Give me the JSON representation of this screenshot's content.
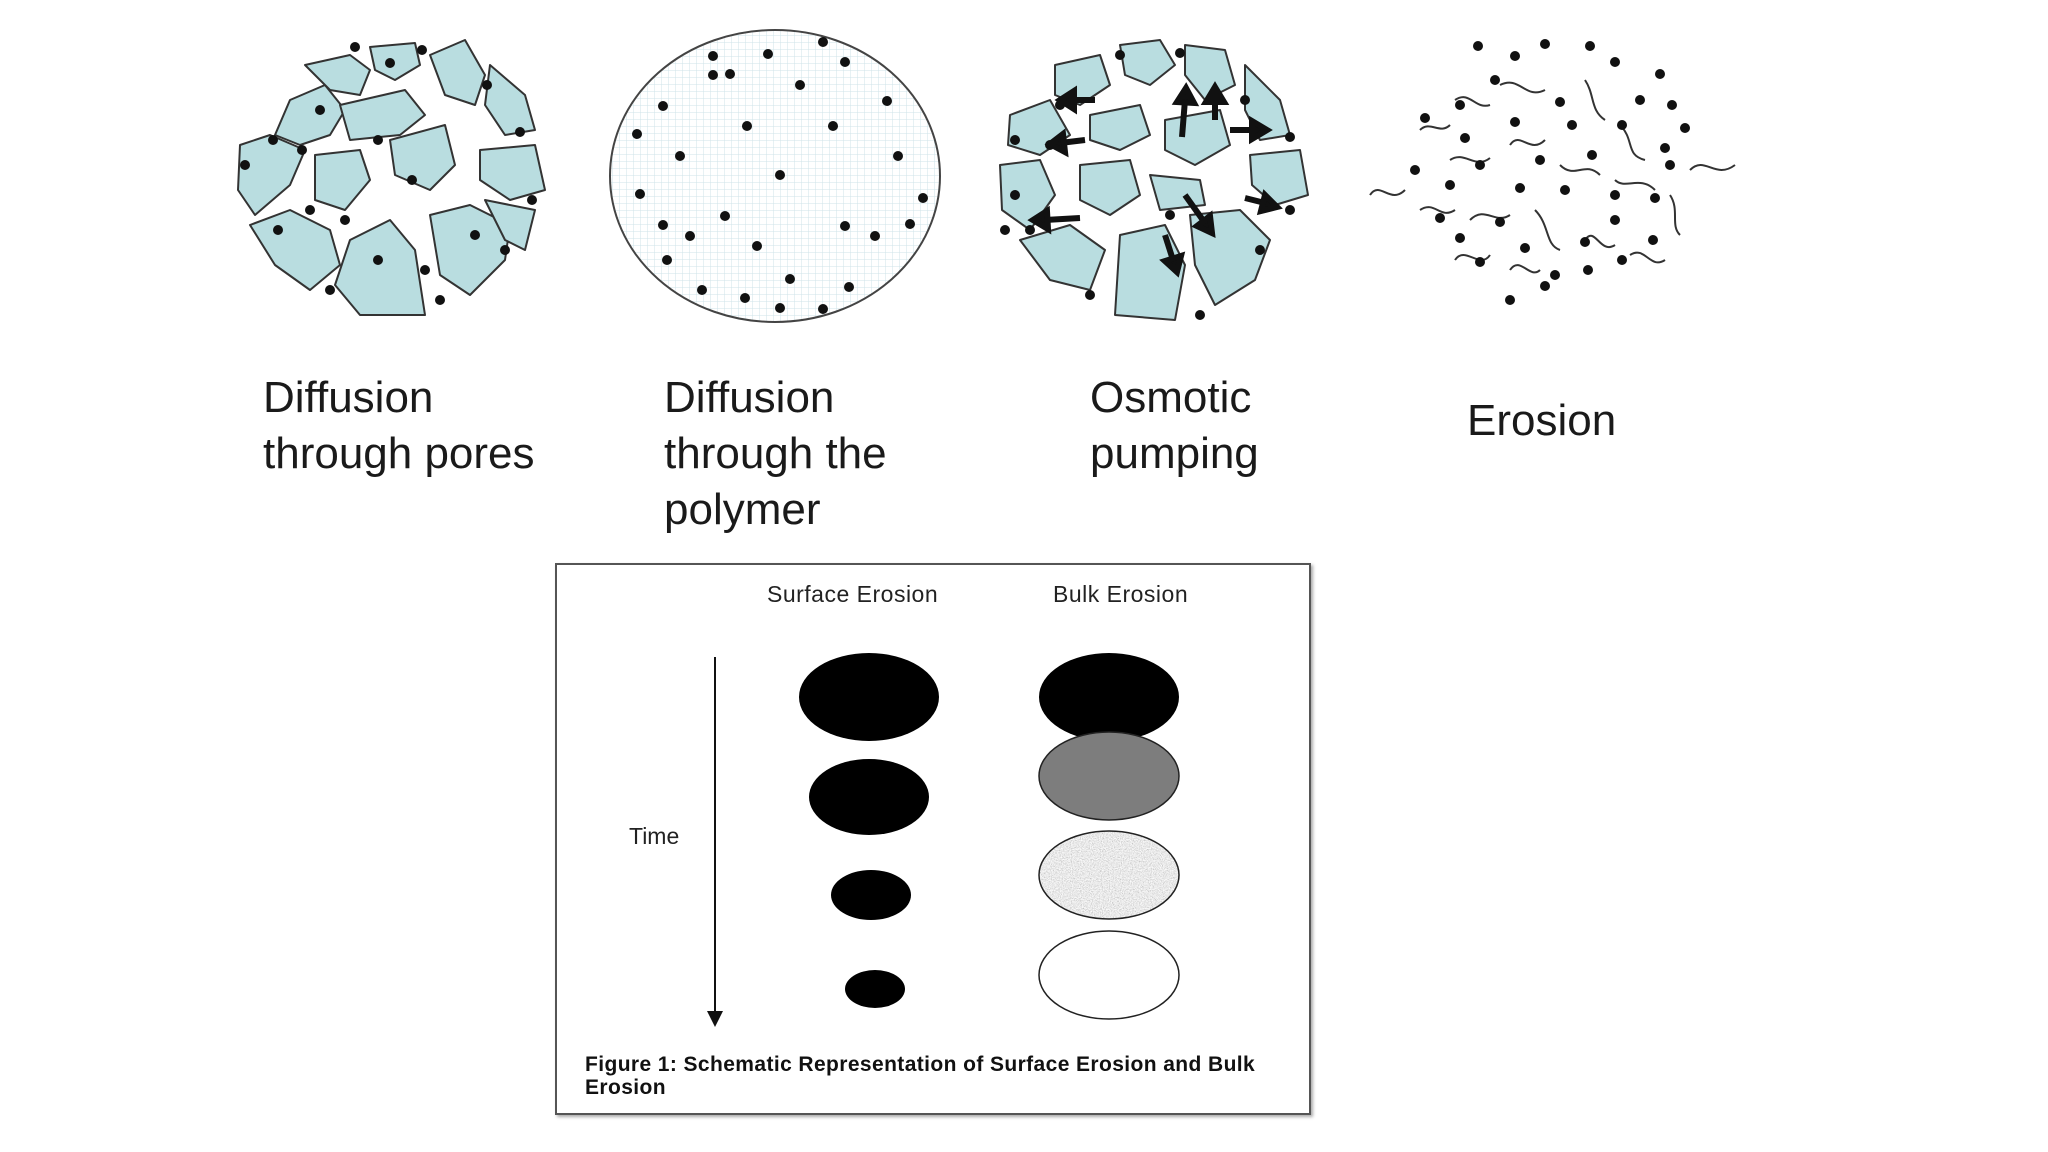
{
  "mechanisms": [
    {
      "name": "pores",
      "label": "Diffusion\nthrough pores"
    },
    {
      "name": "polymer",
      "label": "Diffusion\nthrough the\npolymer"
    },
    {
      "name": "osmotic",
      "label": "Osmotic\npumping"
    },
    {
      "name": "erosion",
      "label": "Erosion"
    }
  ],
  "figure": {
    "columns": [
      "Surface Erosion",
      "Bulk Erosion"
    ],
    "time_label": "Time",
    "caption": "Figure 1: Schematic Representation of Surface Erosion and Bulk Erosion"
  },
  "colors": {
    "fragment_fill": "#b9dde0",
    "outline": "#333333",
    "drug_dot": "#111111",
    "grid": "#cfe3e8",
    "bulk_gray": "#7d7d7d"
  }
}
